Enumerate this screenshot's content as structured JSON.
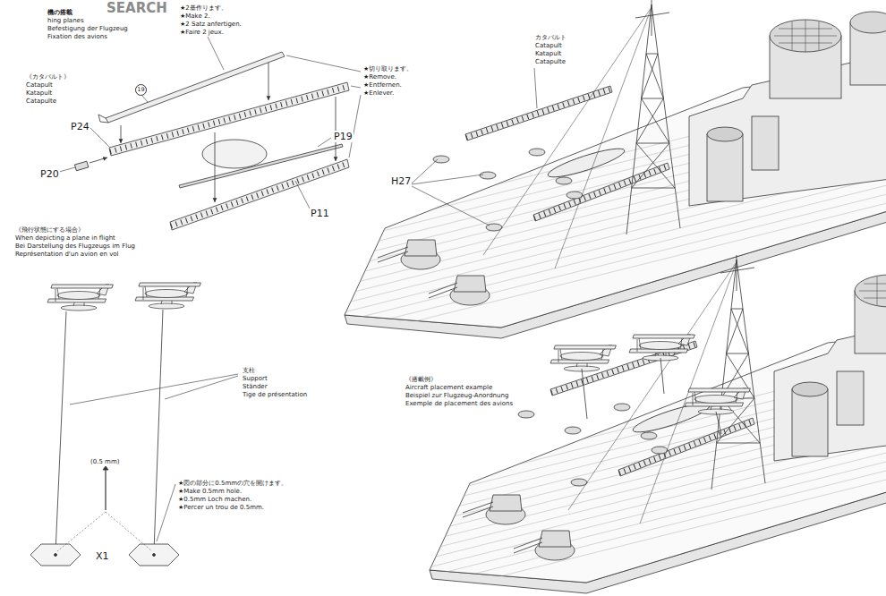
{
  "diagram": {
    "labels": [
      "SEARCH",
      "機の搭載",
      "hing planes",
      "Befestigung der Flugzeug",
      "Fixation des avions",
      "★2基作ります。",
      "★Make 2.",
      "★2 Satz anfertigen.",
      "★Faire 2 jeux.",
      "《カタパルト》",
      "Catapult",
      "Katapult",
      "Catapulte",
      "19",
      "★切り取ります。",
      "★Remove.",
      "★Entfernen.",
      "★Enlever.",
      "P24",
      "P20",
      "P19",
      "P11",
      "カタパルト",
      "Catapult",
      "Katapult",
      "Catapulte",
      "H27",
      "《飛行状態にする場合》",
      "When depicting a plane in flight",
      "Bei Darstellung des Flugzeugs im Flug",
      "Représentation d'un avion en vol",
      "支柱",
      "Support",
      "Ständer",
      "Tige de présentation",
      "(0.5 mm)",
      "★図の部分に0.5mmの穴を開けます。",
      "★Make 0.5mm hole.",
      "★0.5mm Loch machen.",
      "★Percer un trou de 0.5mm.",
      "X1",
      "《搭載例》",
      "Aircraft placement example",
      "Beispiel zur Flugzeug-Anordnung",
      "Exemple de placement des avions"
    ]
  }
}
